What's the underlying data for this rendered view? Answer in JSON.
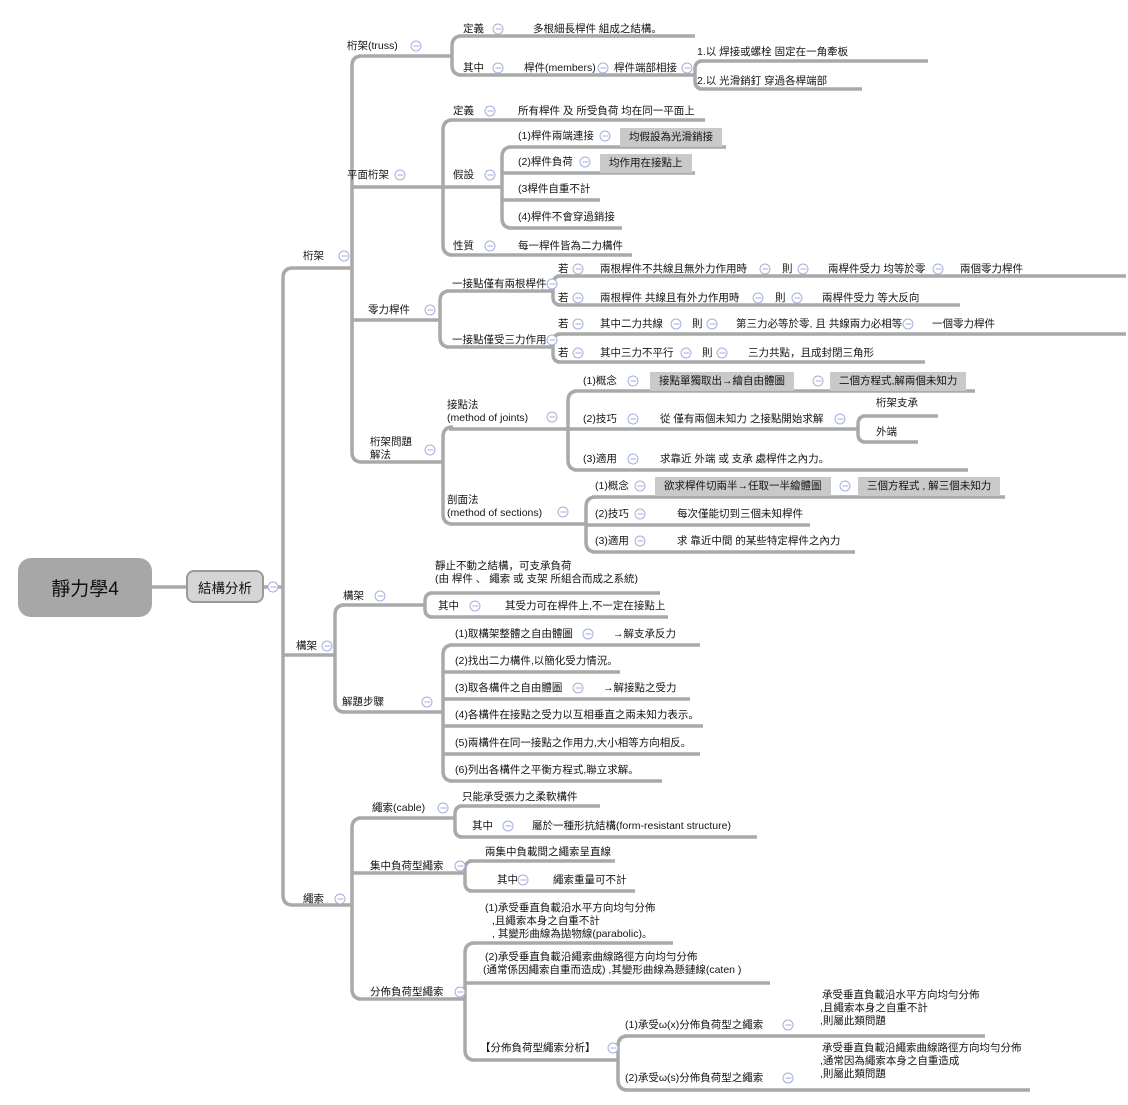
{
  "colors": {
    "line": "#a9a9a9",
    "root_fill": "#a7a7a7",
    "main_fill": "#d5d5d5",
    "main_border": "#9a9a9a",
    "highlight_fill": "#c9c9c9",
    "collapse_icon": "#a3aedd",
    "text": "#141414"
  },
  "icons": {
    "collapse": "circled-minus"
  },
  "root": {
    "title": "靜力學4"
  },
  "main": {
    "label": "結構分析"
  },
  "truss": {
    "label": "桁架",
    "def": {
      "label": "桁架(truss)",
      "k_def": "定義",
      "v_def": "多根細長桿件  組成之結構。",
      "k_among": "其中",
      "members": "桿件(members)",
      "ends": "桿件端部相接",
      "opt1": "1.以  焊接或螺栓  固定在一角牽板",
      "opt2": "2.以  光滑銷釘  穿過各桿端部"
    },
    "plane": {
      "label": "平面桁架",
      "k_def": "定義",
      "v_def": "所有桿件  及  所受負荷  均在同一平面上",
      "k_assume": "假設",
      "a1": "(1)桿件兩端連接",
      "a1_note": "均假設為光滑銷接",
      "a2": "(2)桿件負荷",
      "a2_note": "均作用在接點上",
      "a3": "(3桿件自重不計",
      "a4": "(4)桿件不會穿過銷接",
      "k_prop": "性質",
      "v_prop": "每一桿件皆為二力構件"
    },
    "zero": {
      "label": "零力桿件",
      "two_bars": {
        "label": "一接點僅有兩根桿件",
        "r1": {
          "if": "若",
          "cond": "兩根桿件不共線且無外力作用時",
          "then": "則",
          "result": "兩桿件受力 均等於零",
          "note": "兩個零力桿件"
        },
        "r2": {
          "if": "若",
          "cond": "兩根桿件 共線且有外力作用時",
          "then": "則",
          "result": "兩桿件受力 等大反向"
        }
      },
      "three_forces": {
        "label": "一接點僅受三力作用",
        "r1": {
          "if": "若",
          "cond": "其中二力共線",
          "then": "則",
          "result": "第三力必等於零, 且 共線兩力必相等",
          "note": "一個零力桿件"
        },
        "r2": {
          "if": "若",
          "cond": "其中三力不平行",
          "then": "則",
          "result": "三力共點，且成封閉三角形"
        }
      }
    },
    "solve": {
      "label1": "桁架問題",
      "label2": "解法",
      "joints": {
        "label1": "接點法",
        "label2": "(method of joints)",
        "k1": "(1)概念",
        "c1a": "接點單獨取出→繪自由體圖",
        "c1b": "二個方程式,解兩個未知力",
        "k2": "(2)技巧",
        "c2": "從 僅有兩個未知力 之接點開始求解",
        "c2a": "桁架支承",
        "c2b": "外端",
        "k3": "(3)適用",
        "c3": "求靠近 外端 或 支承 處桿件之內力。"
      },
      "sections": {
        "label1": "剖面法",
        "label2": "(method of sections)",
        "k1": "(1)概念",
        "c1a": "欲求桿件切兩半→任取一半繪體圖",
        "c1b": "三個方程式 , 解三個未知力",
        "k2": "(2)技巧",
        "c2": "每次僅能切到三個未知桿件",
        "k3": "(3)適用",
        "c3": "求 靠近中間 的某些特定桿件之內力"
      }
    }
  },
  "frame": {
    "label": "構架",
    "def": {
      "label": "構架",
      "desc1": "靜止不動之結構，可支承負荷",
      "desc2": "(由 桿件 、 繩索 或 支架 所組合而成之系統)",
      "k_among": "其中",
      "v_among": "其受力可在桿件上,不一定在接點上"
    },
    "steps": {
      "label": "解題步驟",
      "s1": "(1)取構架整體之自由體圖",
      "s1_note": "→解支承反力",
      "s2": "(2)找出二力構件,以簡化受力情況。",
      "s3": "(3)取各構件之自由體圖",
      "s3_note": "→解接點之受力",
      "s4": "(4)各構件在接點之受力以互相垂直之兩未知力表示。",
      "s5": "(5)兩構件在同一接點之作用力,大小相等方向相反。",
      "s6": "(6)列出各構件之平衡方程式,聯立求解。"
    }
  },
  "cable": {
    "label": "繩索",
    "def": {
      "label": "繩索(cable)",
      "desc": "只能承受張力之柔軟構件",
      "k_among": "其中",
      "v_among": "屬於一種形抗結構(form-resistant structure)"
    },
    "concentrated": {
      "label": "集中負荷型繩索",
      "desc": "兩集中負載間之繩索呈直線",
      "k_among": "其中",
      "v_among": "繩索重量可不計"
    },
    "distributed": {
      "label": "分佈負荷型繩索",
      "d1l1": "(1)承受垂直負載沿水平方向均勻分佈",
      "d1l2": ",且繩索本身之自重不計",
      "d1l3": ", 其變形曲線為拋物線(parabolic)。",
      "d2l1": "(2)承受垂直負載沿繩索曲線路徑方向均勻分佈",
      "d2l2": "(通常係因繩索自重而造成) ,其變形曲線為懸鏈線(caten )",
      "analysis": {
        "label": "【分佈負荷型繩索分析】",
        "w1": "(1)承受ω(x)分佈負荷型之繩索",
        "w1d1": "承受垂直負載沿水平方向均勻分佈",
        "w1d2": ",且繩索本身之自重不計",
        "w1d3": ",則屬此類問題",
        "w2": "(2)承受ω(s)分佈負荷型之繩索",
        "w2d1": "承受垂直負載沿繩索曲線路徑方向均勻分佈",
        "w2d2": ",通常因為繩索本身之自重造成",
        "w2d3": ",則屬此類問題"
      }
    }
  }
}
